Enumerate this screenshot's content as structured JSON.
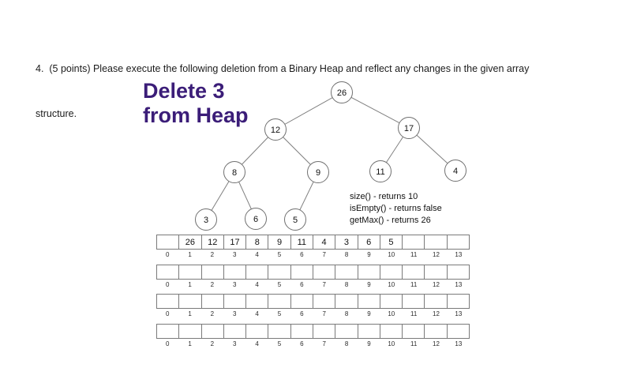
{
  "question": {
    "line1": "4.  (5 points) Please execute the following deletion from a Binary Heap and reflect any changes in the given array",
    "line2": "structure."
  },
  "heading": {
    "line1": "Delete 3",
    "line2": "from Heap",
    "color": "#3b1d78"
  },
  "heap_info": {
    "lines": [
      "size() - returns 10",
      "isEmpty() - returns false",
      "getMax() - returns 26"
    ]
  },
  "tree": {
    "nodes": [
      "26",
      "12",
      "17",
      "8",
      "9",
      "11",
      "4",
      "3",
      "6",
      "5"
    ],
    "edges": [
      [
        0,
        1
      ],
      [
        0,
        2
      ],
      [
        1,
        3
      ],
      [
        1,
        4
      ],
      [
        2,
        5
      ],
      [
        2,
        6
      ],
      [
        3,
        7
      ],
      [
        3,
        8
      ],
      [
        4,
        9
      ]
    ]
  },
  "arrays": {
    "indices": [
      "0",
      "1",
      "2",
      "3",
      "4",
      "5",
      "6",
      "7",
      "8",
      "9",
      "10",
      "11",
      "12",
      "13"
    ],
    "rows": [
      [
        "",
        "26",
        "12",
        "17",
        "8",
        "9",
        "11",
        "4",
        "3",
        "6",
        "5",
        "",
        "",
        ""
      ],
      [
        "",
        "",
        "",
        "",
        "",
        "",
        "",
        "",
        "",
        "",
        "",
        "",
        "",
        ""
      ],
      [
        "",
        "",
        "",
        "",
        "",
        "",
        "",
        "",
        "",
        "",
        "",
        "",
        "",
        ""
      ],
      [
        "",
        "",
        "",
        "",
        "",
        "",
        "",
        "",
        "",
        "",
        "",
        "",
        "",
        ""
      ]
    ]
  }
}
